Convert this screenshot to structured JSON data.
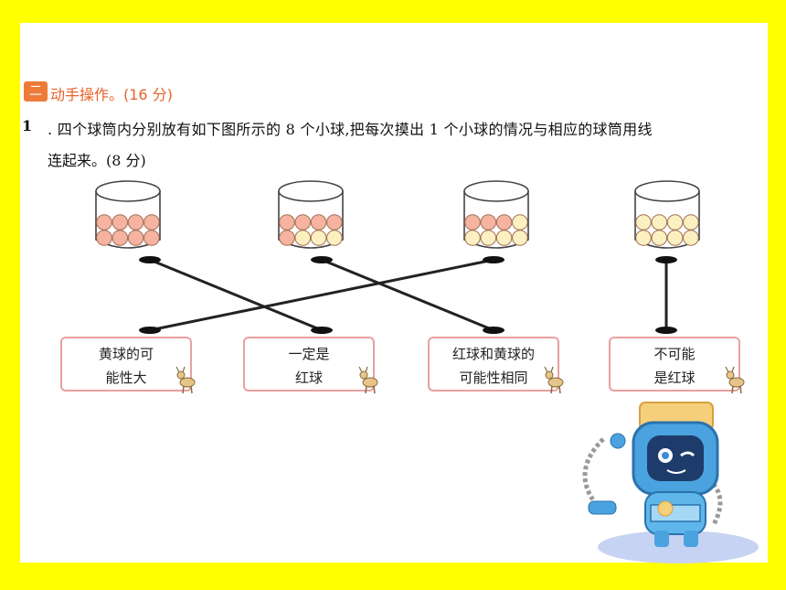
{
  "section": {
    "badge": "二",
    "title": "动手操作。(16 分)"
  },
  "question": {
    "number": "1",
    "line1": ". 四个球筒内分别放有如下图所示的 8 个小球,把每次摸出 1 个小球的情况与相应的球筒用线",
    "line2": "连起来。(8 分)"
  },
  "colors": {
    "red_ball": "#f6b3a0",
    "yellow_ball": "#fdf0c0",
    "box_border": "#e8a0a0",
    "section_orange": "#ee7a3a"
  },
  "cylinders": [
    {
      "red": 8,
      "yellow": 0
    },
    {
      "red": 5,
      "yellow": 3
    },
    {
      "red": 3,
      "yellow": 5
    },
    {
      "red": 0,
      "yellow": 8
    }
  ],
  "statements": [
    {
      "line1": "黄球的可",
      "line2": "能性大"
    },
    {
      "line1": "一定是",
      "line2": "红球"
    },
    {
      "line1": "红球和黄球的",
      "line2": "可能性相同"
    },
    {
      "line1": "不可能",
      "line2": "是红球"
    }
  ],
  "connections": [
    {
      "cylinder": 1,
      "statement": 2
    },
    {
      "cylinder": 2,
      "statement": 3
    },
    {
      "cylinder": 3,
      "statement": 1
    },
    {
      "cylinder": 4,
      "statement": 4
    }
  ]
}
